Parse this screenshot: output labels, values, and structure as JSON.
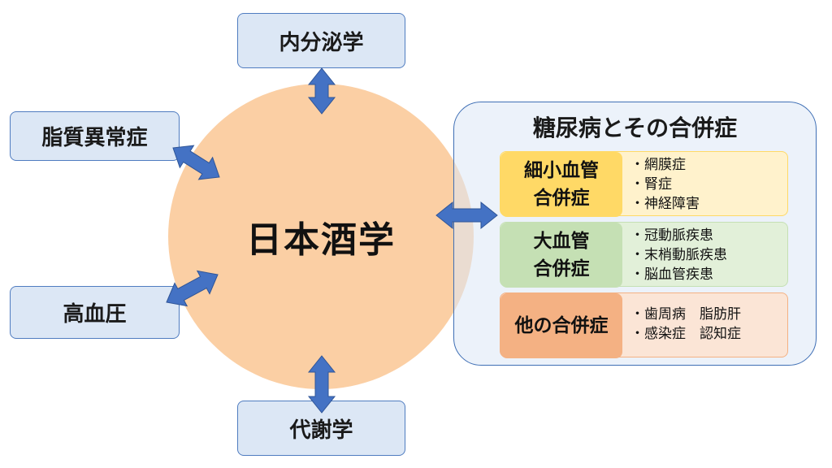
{
  "center": "日本酒学",
  "topics": {
    "top": "内分泌学",
    "left_top": "脂質異常症",
    "left_bottom": "高血圧",
    "bottom": "代謝学"
  },
  "panel": {
    "title": "糖尿病とその合併症",
    "groups": [
      {
        "label_lines": [
          "細小血管",
          "合併症"
        ],
        "items": [
          "・網膜症",
          "・腎症",
          "・神経障害"
        ],
        "label_color": "#ffd966",
        "row_color": "#fff2cc"
      },
      {
        "label_lines": [
          "大血管",
          "合併症"
        ],
        "items": [
          "・冠動脈疾患",
          "・末梢動脈疾患",
          "・脳血管疾患"
        ],
        "label_color": "#c5e0b4",
        "row_color": "#e2f0d9"
      },
      {
        "label_lines": [
          "他の合併症"
        ],
        "items": [
          "・歯周病　脂肪肝",
          "・感染症　認知症"
        ],
        "label_color": "#f4b183",
        "row_color": "#fbe5d6"
      }
    ]
  },
  "colors": {
    "arrow": "#4472c4",
    "topic_fill": "#dce7f5",
    "topic_border": "#4f7cc0",
    "circle": "#fbcfa4"
  }
}
